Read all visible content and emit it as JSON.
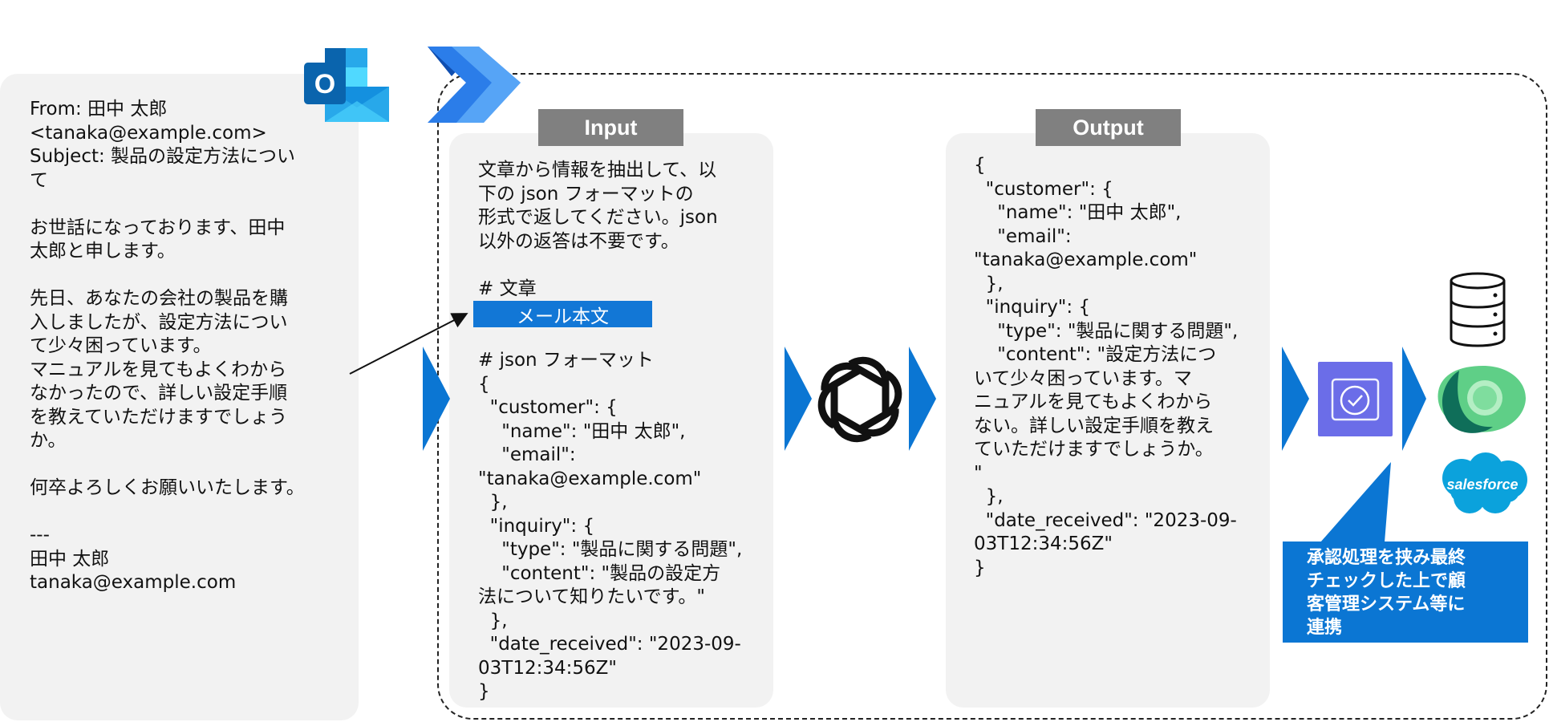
{
  "email": {
    "text": "From: 田中 太郎\n<tanaka@example.com>\nSubject: 製品の設定方法につい\nて\n\nお世話になっております、田中\n太郎と申します。\n\n先日、あなたの会社の製品を購\n入しましたが、設定方法につい\nて少々困っています。\nマニュアルを見てもよくわから\nなかったので、詳しい設定手順\nを教えていただけますでしょう\nか。\n\n何卒よろしくお願いいたします。\n\n---\n田中 太郎\ntanaka@example.com"
  },
  "input": {
    "tab_label": "Input",
    "instruction": "文章から情報を抽出して、以\n下の json フォーマットの\n形式で返してください。json\n以外の返答は不要です。\n\n# 文章",
    "placeholder_label": "メール本文",
    "format_text": "# json フォーマット\n{\n  \"customer\": {\n    \"name\": \"田中 太郎\",\n    \"email\":\n\"tanaka@example.com\"\n  },\n  \"inquiry\": {\n    \"type\": \"製品に関する問題\",\n    \"content\": \"製品の設定方\n法について知りたいです。\"\n  },\n  \"date_received\": \"2023-09-\n03T12:34:56Z\"\n}"
  },
  "output": {
    "tab_label": "Output",
    "text": "{\n  \"customer\": {\n    \"name\": \"田中 太郎\",\n    \"email\":\n\"tanaka@example.com\"\n  },\n  \"inquiry\": {\n    \"type\": \"製品に関する問題\",\n    \"content\": \"設定方法につ\nいて少々困っています。マ\nニュアルを見てもよくわから\nない。詳しい設定手順を教え\nていただけますでしょうか。\n\"\n  },\n  \"date_received\": \"2023-09-\n03T12:34:56Z\"\n}"
  },
  "note": {
    "text": "承認処理を挟み最終\nチェックした上で顧\n客管理システム等に\n連携"
  },
  "logos": {
    "outlook_letter": "O",
    "salesforce_label": "salesforce"
  },
  "colors": {
    "accent_blue": "#0b76d3",
    "panel_gray": "#f2f2f2",
    "tab_gray": "#808080",
    "approval_purple": "#6b6de8"
  },
  "icons": [
    "outlook-icon",
    "power-automate-icon",
    "openai-icon",
    "approvals-icon",
    "database-icon",
    "dataverse-icon",
    "salesforce-icon"
  ]
}
